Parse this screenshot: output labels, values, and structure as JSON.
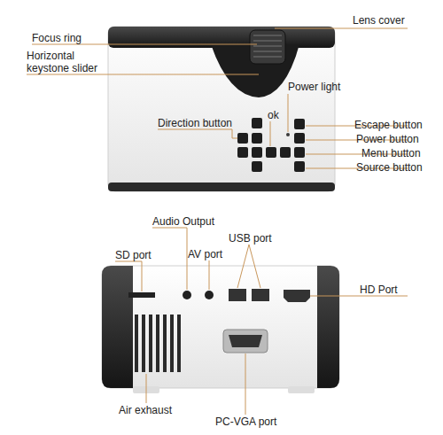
{
  "diagram": {
    "labels": [
      "Lens cover",
      "Focus ring",
      "Horizontal keystone slider",
      "Direction button",
      "ok",
      "Power light",
      "Escape button",
      "Power button",
      "Menu button",
      "Source button",
      "Audio Output",
      "AV port",
      "USB port",
      "SD port",
      "HD Port",
      "Air exhaust",
      "PC-VGA port"
    ]
  }
}
